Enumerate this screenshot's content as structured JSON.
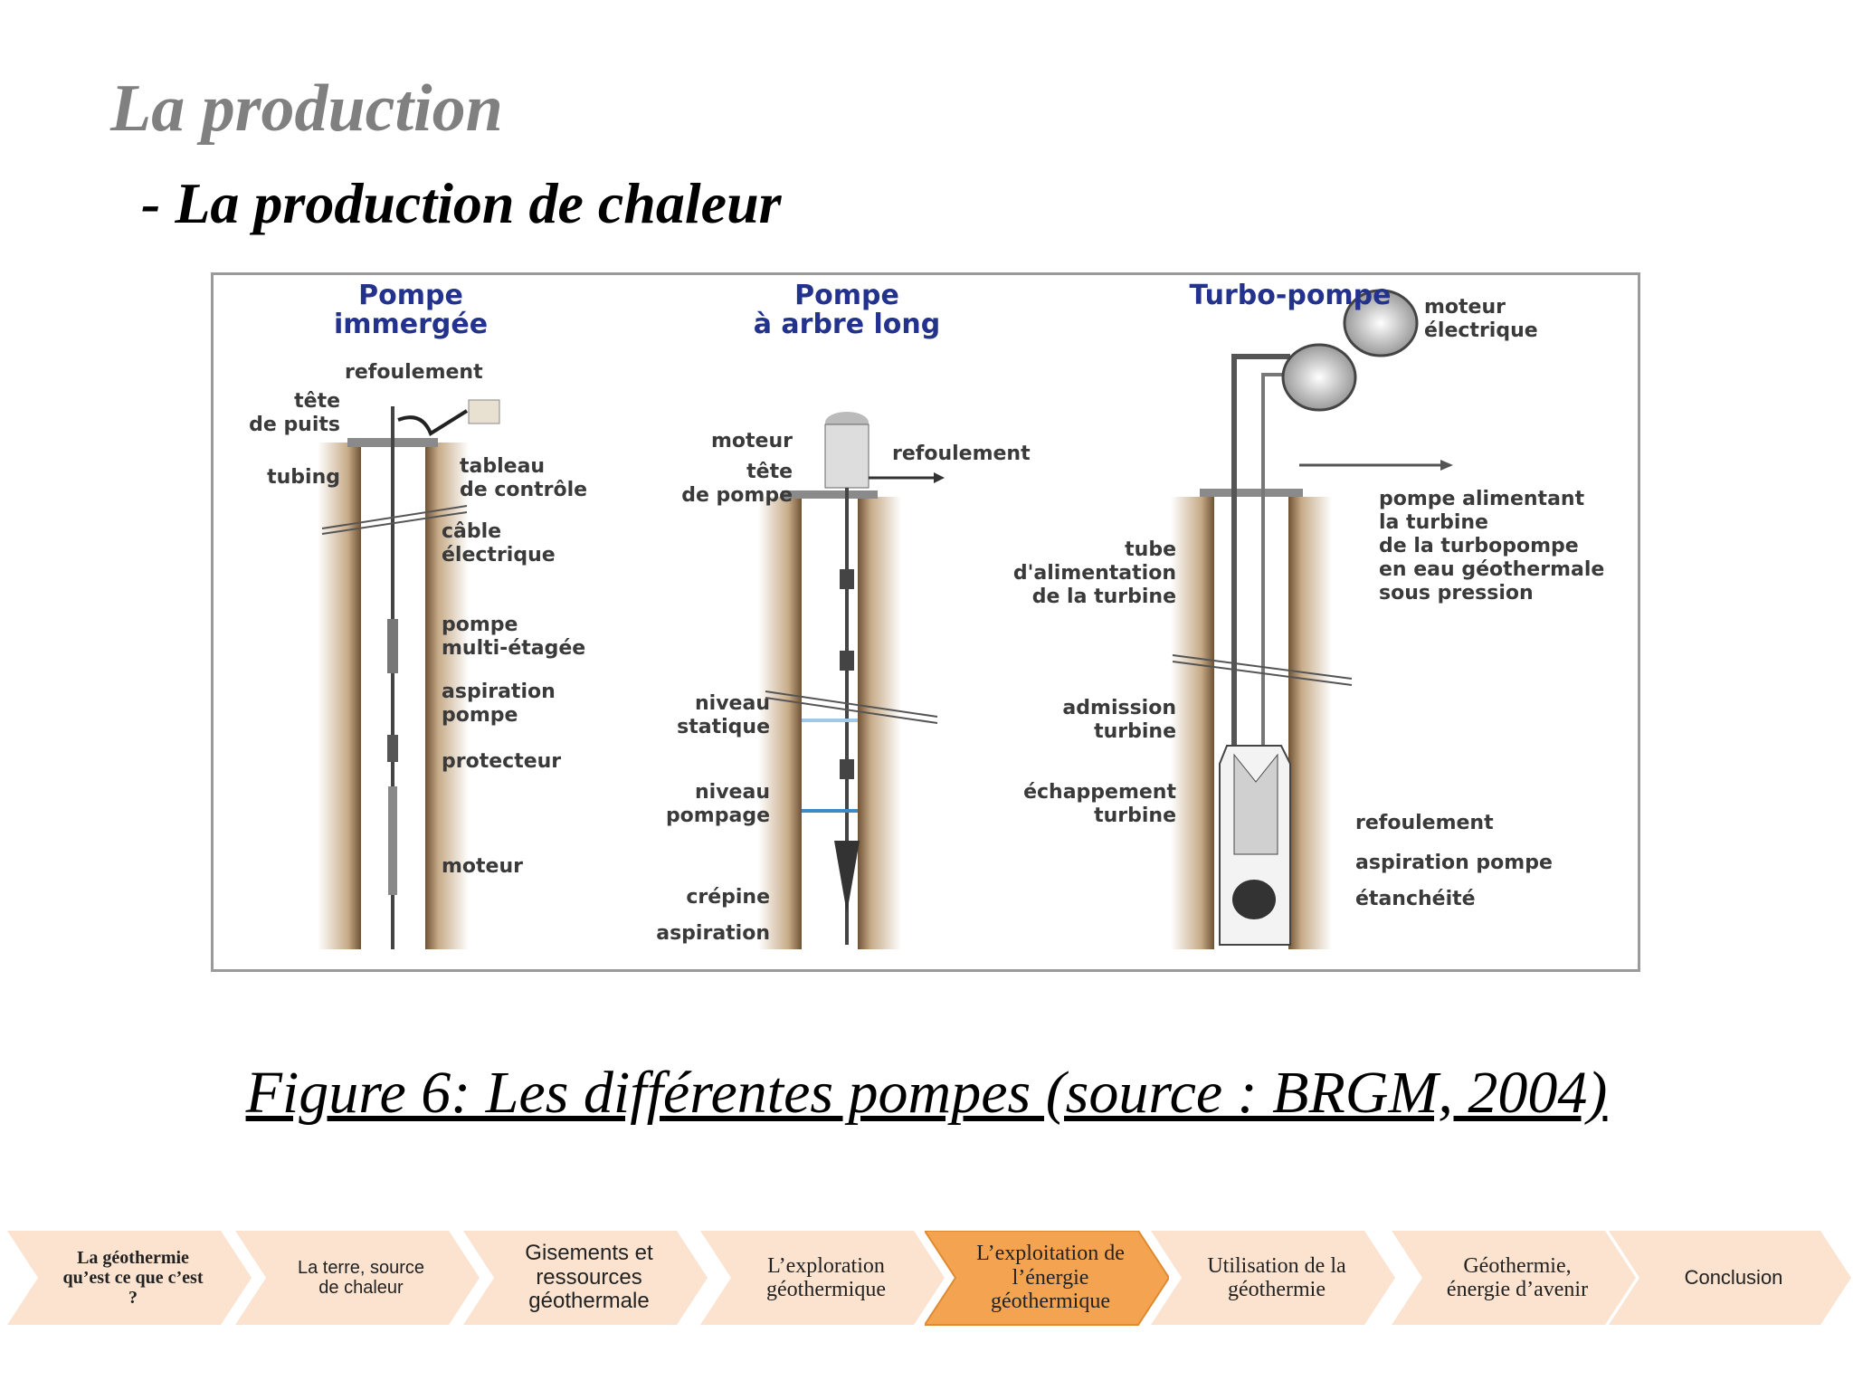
{
  "slide": {
    "title": "La production",
    "subtitle": "- La production de chaleur",
    "caption": "Figure 6: Les différentes pompes (source : BRGM, 2004)"
  },
  "figure": {
    "sections": [
      {
        "heading": [
          "Pompe",
          "immergée"
        ],
        "labels": [
          "refoulement",
          "tête",
          "de puits",
          "tubing",
          "tableau",
          "de contrôle",
          "câble",
          "électrique",
          "pompe",
          "multi-étagée",
          "aspiration",
          "pompe",
          "protecteur",
          "moteur"
        ]
      },
      {
        "heading": [
          "Pompe",
          "à arbre long"
        ],
        "labels": [
          "moteur",
          "tête",
          "de pompe",
          "refoulement",
          "niveau",
          "statique",
          "niveau",
          "pompage",
          "crépine",
          "aspiration"
        ]
      },
      {
        "heading": [
          "Turbo-pompe"
        ],
        "labels": [
          "moteur",
          "électrique",
          "pompe alimentant",
          "la turbine",
          "de la turbopompe",
          "en eau géothermale",
          "sous pression",
          "tube",
          "d'alimentation",
          "de la turbine",
          "admission",
          "turbine",
          "échappement",
          "turbine",
          "refoulement",
          "aspiration pompe",
          "étanchéité"
        ]
      }
    ]
  },
  "nav": {
    "items": [
      {
        "label": "La géothermie qu’est ce que c’est ?",
        "active": false
      },
      {
        "label": "La terre, source de chaleur",
        "active": false
      },
      {
        "label": "Gisements et ressources géothermale",
        "active": false
      },
      {
        "label": "L’exploration géothermique",
        "active": false
      },
      {
        "label": "L’exploitation de l’énergie géothermique",
        "active": true
      },
      {
        "label": "Utilisation de la géothermie",
        "active": false
      },
      {
        "label": "Géothermie, énergie d’avenir",
        "active": false
      },
      {
        "label": "Conclusion",
        "active": false
      }
    ]
  },
  "colors": {
    "heading_blue": "#23328c",
    "ground_brown": "#8b6b48",
    "chevron_fill": "#fbe3cf",
    "chevron_active": "#f4a450",
    "title_gray": "#808080"
  }
}
